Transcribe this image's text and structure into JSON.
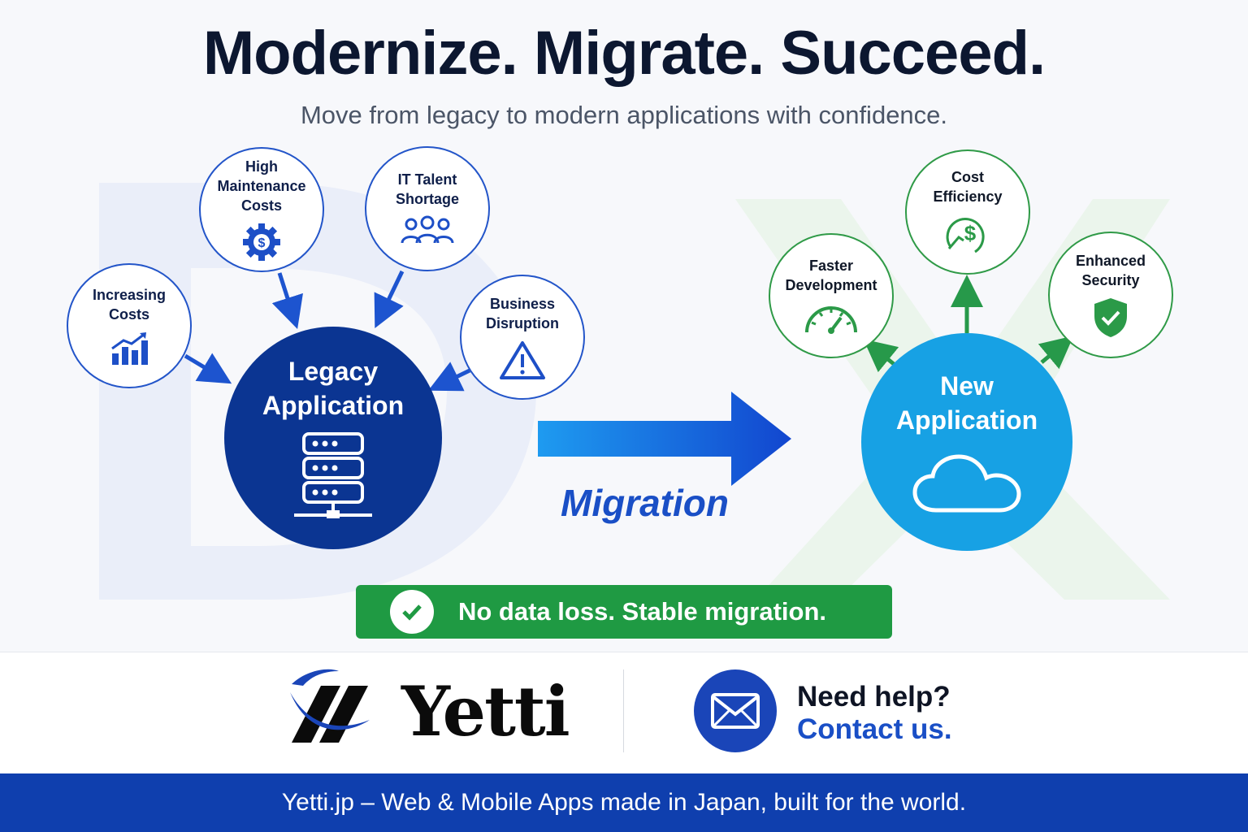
{
  "header": {
    "title": "Modernize. Migrate. Succeed.",
    "subtitle": "Move from legacy to modern applications with confidence."
  },
  "legacy": {
    "title": "Legacy\nApplication",
    "icon": "server-rack-icon",
    "color": "#0b3592",
    "problems": [
      {
        "label": "Increasing\nCosts",
        "icon": "rising-bar-chart-icon"
      },
      {
        "label": "High\nMaintenance\nCosts",
        "icon": "dollar-gear-icon"
      },
      {
        "label": "IT Talent\nShortage",
        "icon": "people-group-icon"
      },
      {
        "label": "Business\nDisruption",
        "icon": "warning-triangle-icon"
      }
    ]
  },
  "migration": {
    "label": "Migration",
    "arrow_gradient": [
      "#1e9bf0",
      "#1246cf"
    ]
  },
  "modern": {
    "title": "New\nApplication",
    "icon": "cloud-icon",
    "color": "#17a1e4",
    "benefits": [
      {
        "label": "Faster\nDevelopment",
        "icon": "speedometer-icon"
      },
      {
        "label": "Cost\nEfficiency",
        "icon": "dollar-growth-icon"
      },
      {
        "label": "Enhanced\nSecurity",
        "icon": "shield-check-icon"
      }
    ]
  },
  "banner": {
    "text": "No data loss. Stable migration.",
    "icon": "check-circle-icon",
    "color": "#1f9a43"
  },
  "brand": {
    "name": "Yetti",
    "logo_icon": "yetti-slash-logo-icon"
  },
  "contact": {
    "question": "Need help?",
    "link": "Contact us.",
    "icon": "mail-icon"
  },
  "footer": {
    "tagline": "Yetti.jp – Web & Mobile Apps made in Japan, built for the world.",
    "color": "#0f3fae"
  }
}
